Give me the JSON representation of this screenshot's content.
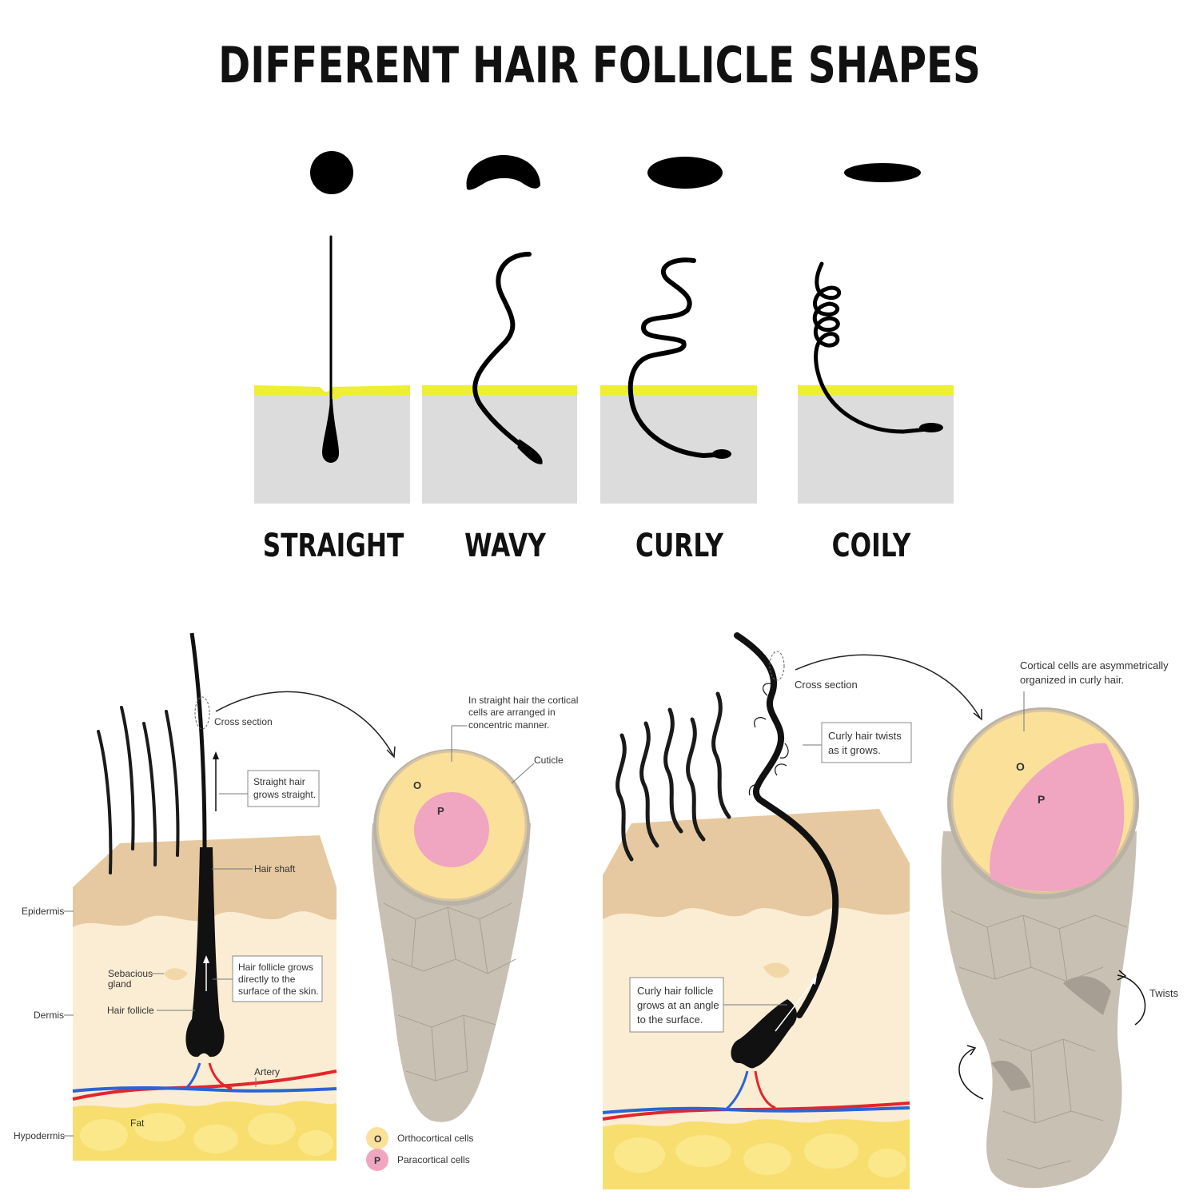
{
  "title": "DIFFERENT HAIR FOLLICLE SHAPES",
  "hair_types": [
    "STRAIGHT",
    "WAVY",
    "CURLY",
    "COILY"
  ],
  "straight": {
    "cross_section": "Cross section",
    "grows": [
      "Straight hair",
      "grows straight."
    ],
    "hair_shaft": "Hair shaft",
    "epidermis": "Epidermis",
    "sebaceous": [
      "Sebacious",
      "gland"
    ],
    "follicle_grows": [
      "Hair follicle grows",
      "directly to the",
      "surface of the skin."
    ],
    "hair_follicle": "Hair follicle",
    "dermis": "Dermis",
    "artery": "Artery",
    "fat": "Fat",
    "hypodermis": "Hypodermis",
    "cortical_note": [
      "In straight hair the cortical",
      "cells are arranged in",
      "concentric manner."
    ],
    "cuticle": "Cuticle",
    "o": "O",
    "p": "P"
  },
  "legend": {
    "o": "O",
    "o_label": "Orthocortical cells",
    "p": "P",
    "p_label": "Paracortical cells"
  },
  "curly": {
    "cross_section": "Cross section",
    "twists_note": [
      "Curly hair twists",
      "as it grows."
    ],
    "cortical_note": [
      "Cortical cells are asymmetrically",
      "organized in curly hair."
    ],
    "o": "O",
    "p": "P",
    "follicle_note": [
      "Curly hair follicle",
      "grows at an angle",
      "to the surface."
    ],
    "twists": "Twists"
  },
  "colors": {
    "skin": "#e6c9a0",
    "dermis": "#fbedd4",
    "fat": "#f8de6f",
    "ortho": "#fbe09a",
    "para": "#f0a5c0",
    "artery": "#e3262b",
    "vein": "#2a64d8",
    "yellow_line": "#eeee33",
    "gray_block": "#dcdcdc"
  }
}
